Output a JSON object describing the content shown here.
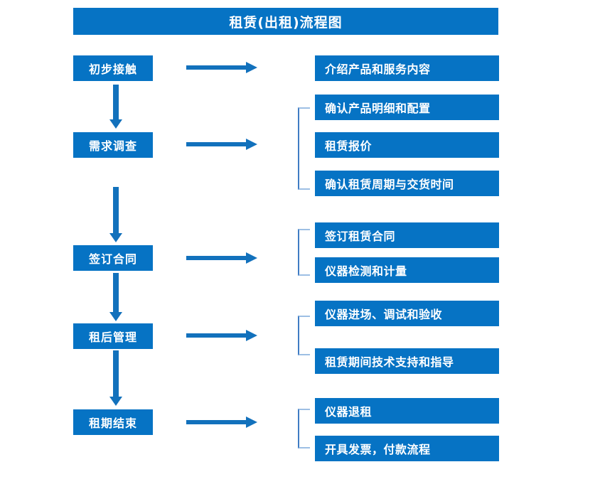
{
  "diagram": {
    "title": "租赁(出租)流程图",
    "accent_color": "#0673C4",
    "arrow_color": "#1271BC",
    "bracket_color": "#3f7cc4",
    "text_color": "#FFFFFF"
  },
  "stages": [
    {
      "id": "stage-1",
      "label": "初步接触",
      "details": [
        {
          "id": "detail-1-1",
          "label": "介绍产品和服务内容"
        }
      ]
    },
    {
      "id": "stage-2",
      "label": "需求调查",
      "details": [
        {
          "id": "detail-2-1",
          "label": "确认产品明细和配置"
        },
        {
          "id": "detail-2-2",
          "label": "租赁报价"
        },
        {
          "id": "detail-2-3",
          "label": "确认租赁周期与交货时间"
        }
      ]
    },
    {
      "id": "stage-3",
      "label": "签订合同",
      "details": [
        {
          "id": "detail-3-1",
          "label": "签订租赁合同"
        },
        {
          "id": "detail-3-2",
          "label": "仪器检测和计量"
        }
      ]
    },
    {
      "id": "stage-4",
      "label": "租后管理",
      "details": [
        {
          "id": "detail-4-1",
          "label": "仪器进场、调试和验收"
        },
        {
          "id": "detail-4-2",
          "label": "租赁期间技术支持和指导"
        }
      ]
    },
    {
      "id": "stage-5",
      "label": "租期结束",
      "details": [
        {
          "id": "detail-5-1",
          "label": "仪器退租"
        },
        {
          "id": "detail-5-2",
          "label": "开具发票，付款流程"
        }
      ]
    }
  ]
}
